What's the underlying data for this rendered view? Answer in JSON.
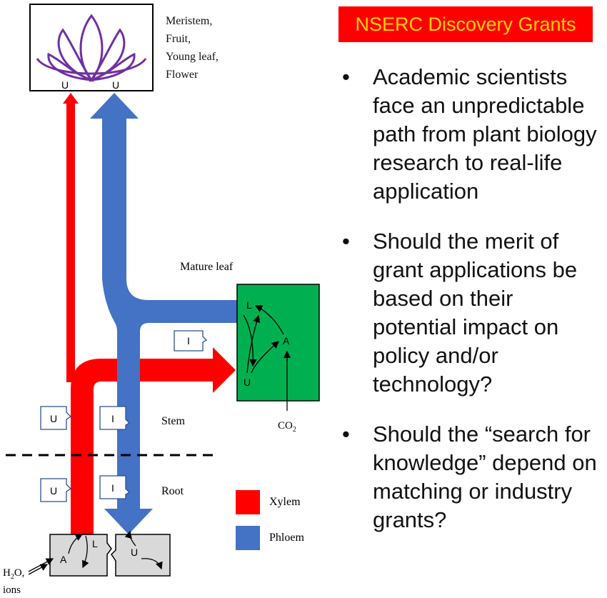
{
  "diagram": {
    "sink_label_lines": [
      "Meristem,",
      "Fruit,",
      "Young leaf,",
      "Flower"
    ],
    "mature_leaf_label": "Mature leaf",
    "stem_label": "Stem",
    "root_label": "Root",
    "co2_label": "CO",
    "co2_subscript": "2",
    "water_label_h": "H",
    "water_subscript": "2",
    "water_label_rest": "O,",
    "ions_label": "ions",
    "sink_uptake_left": "U",
    "sink_uptake_right": "U",
    "leaf_L": "L",
    "leaf_A": "A",
    "leaf_U": "U",
    "callout_leaf_I": "I",
    "callout_stem_U": "U",
    "callout_stem_I": "I",
    "callout_root_U": "U",
    "callout_root_I": "I",
    "root_A": "A",
    "root_L": "L",
    "root_U": "U",
    "legend": [
      {
        "label": "Xylem",
        "color": "#ff0000"
      },
      {
        "label": "Phloem",
        "color": "#4472c4"
      }
    ],
    "colors": {
      "xylem": "#ff0000",
      "phloem": "#4472c4",
      "leaf": "#00b050",
      "flower": "#7030a0",
      "root": "#d9d9d9"
    }
  },
  "panel": {
    "title": "NSERC Discovery Grants",
    "bullets": [
      {
        "symbol": "•",
        "text": "Academic scientists face an unpredictable path from plant biology research to real-life application"
      },
      {
        "symbol": "•",
        "text": "Should the merit of grant applications be based on their potential impact on policy and/or technology?"
      },
      {
        "symbol": "•",
        "text": "Should the “search for knowledge” depend on matching or industry grants?"
      }
    ]
  }
}
